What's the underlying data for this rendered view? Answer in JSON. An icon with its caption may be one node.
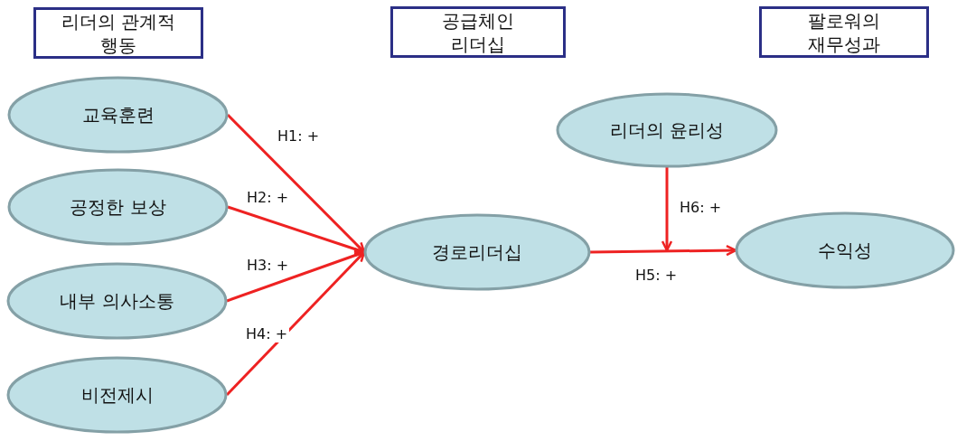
{
  "diagram": {
    "nodes": [
      {
        "text": [
          "리더의 관계적 행동"
        ]
      },
      {
        "text": [
          "공급체인 리더십"
        ]
      },
      {
        "text": [
          "팔로워의 재무성과"
        ]
      },
      {
        "text": [
          "교육훈련"
        ]
      },
      {
        "text": [
          "공정한 보상"
        ]
      },
      {
        "text": [
          "내부 의사소통"
        ]
      },
      {
        "text": [
          "비전제시"
        ]
      },
      {
        "text": [
          "경로리더십"
        ]
      },
      {
        "text": [
          "리더의 윤리성"
        ]
      },
      {
        "text": [
          "수익성"
        ]
      }
    ],
    "edges": [
      {
        "from": 3,
        "to": 7,
        "arrow": "to",
        "label": "H1: +"
      },
      {
        "from": 4,
        "to": 7,
        "arrow": "to",
        "label": "H2: +"
      },
      {
        "from": 5,
        "to": 7,
        "arrow": "to",
        "label": "H3: +"
      },
      {
        "from": 6,
        "to": 7,
        "arrow": "to",
        "label": "H4: +"
      },
      {
        "from": 7,
        "to": 9,
        "arrow": "to",
        "label": "H5: +"
      },
      {
        "from": 8,
        "to": null,
        "arrow": "to",
        "label": "H6: +"
      }
    ]
  }
}
